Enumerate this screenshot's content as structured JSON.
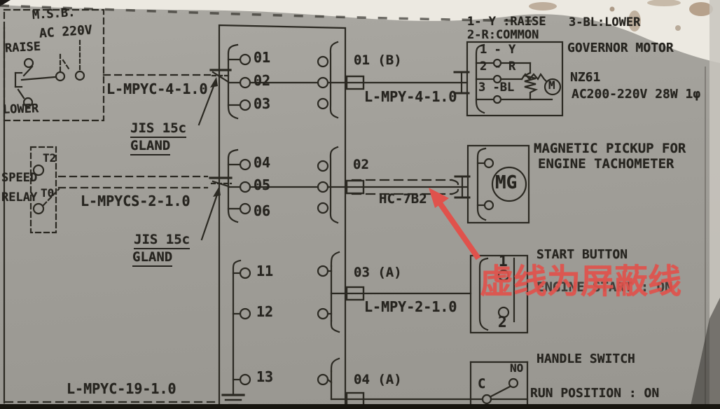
{
  "colors": {
    "paper": "#a19f99",
    "paper_light": "#ece9e1",
    "ink": "#26241f",
    "red": "#e0524c"
  },
  "msb": {
    "title": "M.S.B.",
    "voltage": "AC 220V",
    "raise": "RAISE",
    "lower": "LOWER"
  },
  "speed_relay": {
    "word1": "SPEED",
    "word2": "RELAY",
    "t2": "T2",
    "t0": "T0"
  },
  "glands": {
    "first_line1": "JIS 15c",
    "first_line2": "GLAND",
    "second_line1": "JIS 15c",
    "second_line2": "GLAND"
  },
  "cables": {
    "msb_cable": "L-MPYC-4-1.0",
    "speed_cable": "L-MPYCS-2-1.0",
    "bottom_cable": "L-MPYC-19-1.0",
    "governor_cable": "L-MPY-4-1.0",
    "pickup_cable": "HC-7B2",
    "start_cable": "L-MPY-2-1.0"
  },
  "terminal_block": {
    "left": [
      "01",
      "02",
      "03",
      "04",
      "05",
      "06",
      "11",
      "12",
      "13"
    ]
  },
  "wire_tags": {
    "governor": "01 (B)",
    "pickup": "02",
    "start": "03 (A)",
    "handle": "04 (A)"
  },
  "governor": {
    "legend_1": "1- Y :RAISE",
    "legend_2": "2-R:COMMON",
    "legend_3": "3-BL:LOWER",
    "title": "GOVERNOR MOTOR",
    "model": "NZ61",
    "rating": "AC200-220V 28W 1φ",
    "term_1": "1 - Y",
    "term_2": "2 - R",
    "term_3": "3 -BL",
    "motor_symbol": "M"
  },
  "pickup": {
    "title_line1": "MAGNETIC PICKUP FOR",
    "title_line2": "ENGINE TACHOMETER",
    "symbol": "MG"
  },
  "start_button": {
    "title": "START BUTTON",
    "subtitle": "ENGINE START : ON",
    "term_1": "1",
    "term_2": "2"
  },
  "handle_switch": {
    "title": "HANDLE SWITCH",
    "subtitle": "RUN POSITION : ON",
    "no": "NO",
    "c": "C"
  },
  "annotation": {
    "text": "虚线为屏蔽线"
  }
}
